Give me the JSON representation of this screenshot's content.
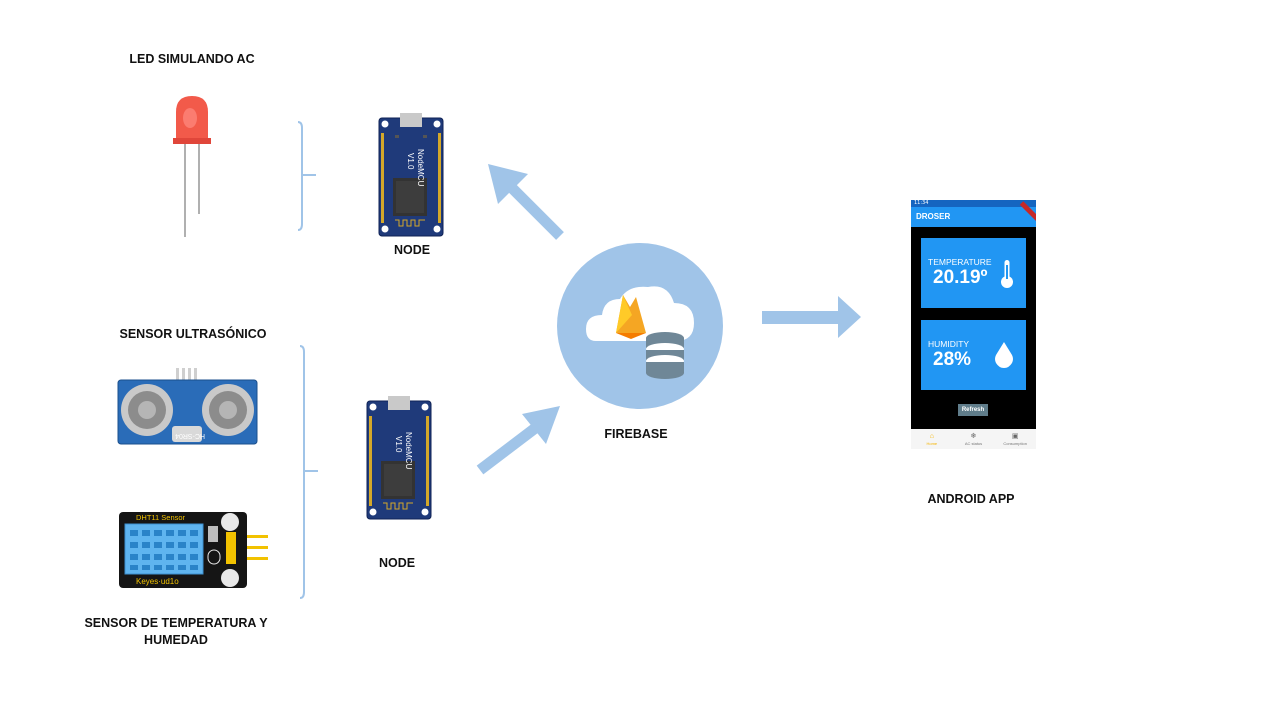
{
  "labels": {
    "led": "LED SIMULANDO AC",
    "node_top": "NODE",
    "ultrasonic": "SENSOR ULTRASÓNICO",
    "node_bottom": "NODE",
    "dht": "SENSOR DE TEMPERATURA Y\nHUMEDAD",
    "firebase": "FIREBASE",
    "android": "ANDROID APP"
  },
  "board_text": {
    "model": "NodeMCU",
    "version": "V1.0"
  },
  "ultrasonic_part": "HC-SR04",
  "dht_part": {
    "title": "DHT11 Sensor",
    "brand": "Keyes·ud1o"
  },
  "colors": {
    "arrow": "#a0c4e8",
    "cloud_circle": "#a0c4e8",
    "app_blue": "#2196f3"
  },
  "app": {
    "status_time": "11:34",
    "title": "DROSER",
    "temperature_label": "TEMPERATURE",
    "temperature_value": "20.19º",
    "humidity_label": "HUMIDITY",
    "humidity_value": "28%",
    "refresh_label": "Refresh",
    "nav": [
      "Home",
      "AC status",
      "Consumption"
    ]
  }
}
